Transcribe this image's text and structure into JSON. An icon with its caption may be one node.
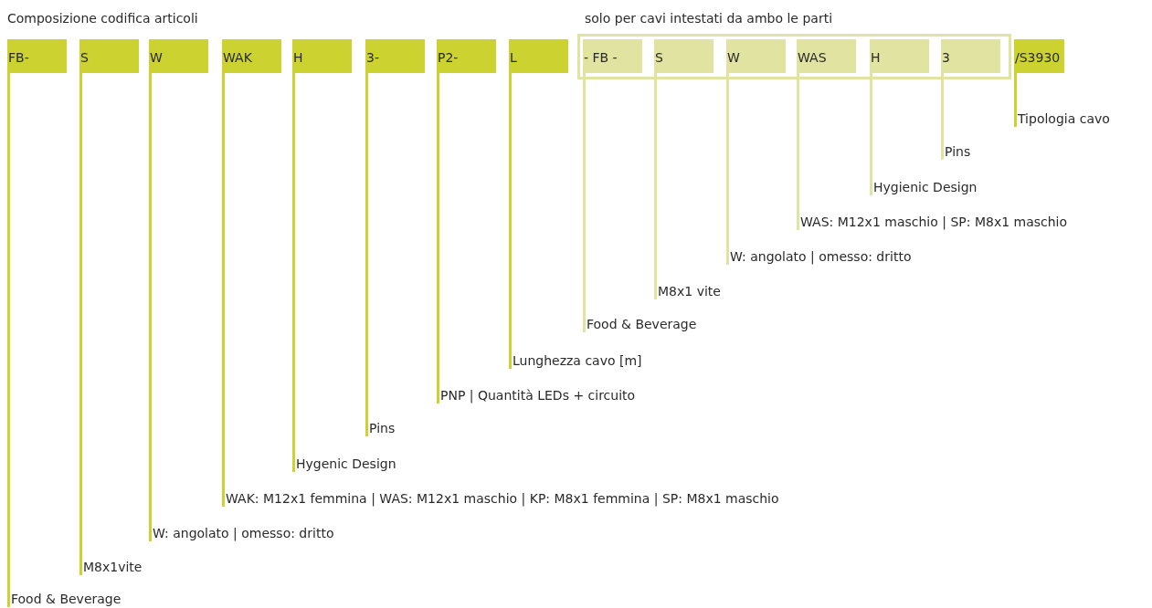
{
  "diagram": {
    "title": "Composizione codifica articoli",
    "nodes": [
      {
        "text": [
          "FB-"
        ]
      },
      {
        "text": [
          "S"
        ]
      },
      {
        "text": [
          "W"
        ]
      },
      {
        "text": [
          "WAK"
        ]
      },
      {
        "text": [
          "H"
        ]
      },
      {
        "text": [
          "3-"
        ]
      },
      {
        "text": [
          "P2-"
        ]
      },
      {
        "text": [
          "L"
        ]
      },
      {
        "text": [
          "solo per cavi intestati da ambo le parti"
        ]
      },
      {
        "text": [
          "- FB -"
        ],
        "in": 8
      },
      {
        "text": [
          "S"
        ],
        "in": 8
      },
      {
        "text": [
          "W"
        ],
        "in": 8
      },
      {
        "text": [
          "WAS"
        ],
        "in": 8
      },
      {
        "text": [
          "H"
        ],
        "in": 8
      },
      {
        "text": [
          "3"
        ],
        "in": 8
      },
      {
        "text": [
          "/S3930"
        ]
      },
      {
        "text": [
          "Tipologia cavo"
        ]
      },
      {
        "text": [
          "Pins"
        ]
      },
      {
        "text": [
          "Hygienic Design"
        ]
      },
      {
        "text": [
          "WAS: M12x1 maschio | SP: M8x1 maschio"
        ]
      },
      {
        "text": [
          "W: angolato | omesso: dritto"
        ]
      },
      {
        "text": [
          "M8x1 vite"
        ]
      },
      {
        "text": [
          "Food & Beverage"
        ]
      },
      {
        "text": [
          "Lunghezza cavo [m]"
        ]
      },
      {
        "text": [
          "PNP | Quantità LEDs + circuito"
        ]
      },
      {
        "text": [
          "Pins"
        ]
      },
      {
        "text": [
          "Hygenic Design"
        ]
      },
      {
        "text": [
          "WAK: M12x1 femmina | WAS: M12x1 maschio | KP: M8x1 femmina | SP: M8x1 maschio"
        ]
      },
      {
        "text": [
          "W: angolato | omesso: dritto"
        ]
      },
      {
        "text": [
          "M8x1vite"
        ]
      },
      {
        "text": [
          "Food & Beverage"
        ]
      }
    ],
    "edges": [
      {
        "from": 15,
        "to": 16,
        "arrow": "none"
      },
      {
        "from": 14,
        "to": 17,
        "arrow": "none",
        "color": "#e1e3a0"
      },
      {
        "from": 13,
        "to": 18,
        "arrow": "none",
        "color": "#e1e3a0"
      },
      {
        "from": 12,
        "to": 19,
        "arrow": "none",
        "color": "#e1e3a0"
      },
      {
        "from": 11,
        "to": 20,
        "arrow": "none",
        "color": "#e1e3a0"
      },
      {
        "from": 10,
        "to": 21,
        "arrow": "none",
        "color": "#e1e3a0"
      },
      {
        "from": 9,
        "to": 22,
        "arrow": "none",
        "color": "#e1e3a0"
      },
      {
        "from": 7,
        "to": 23,
        "arrow": "none"
      },
      {
        "from": 6,
        "to": 24,
        "arrow": "none"
      },
      {
        "from": 5,
        "to": 25,
        "arrow": "none"
      },
      {
        "from": 4,
        "to": 26,
        "arrow": "none"
      },
      {
        "from": 3,
        "to": 27,
        "arrow": "none"
      },
      {
        "from": 2,
        "to": 28,
        "arrow": "none"
      },
      {
        "from": 1,
        "to": 29,
        "arrow": "none"
      },
      {
        "from": 0,
        "to": 30,
        "arrow": "none"
      }
    ]
  }
}
